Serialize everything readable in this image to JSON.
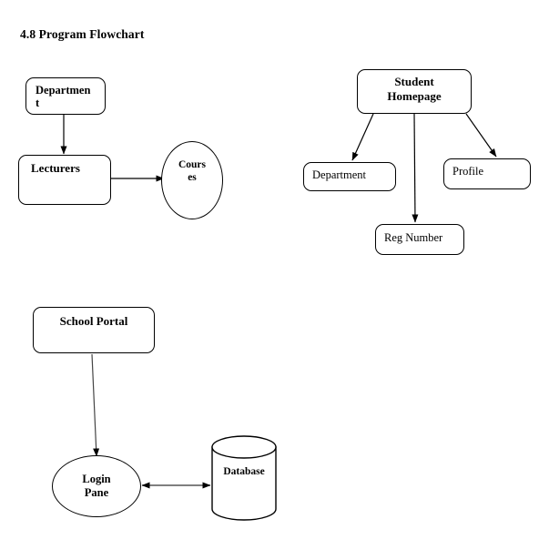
{
  "page": {
    "title": "4.8 Program Flowchart",
    "background_color": "#ffffff",
    "stroke_color": "#000000",
    "text_color": "#000000"
  },
  "diagrams": [
    {
      "id": "lecturer-course-flow",
      "nodes": [
        {
          "id": "department-1",
          "label": "Department",
          "shape": "rounded-rect",
          "bold": true
        },
        {
          "id": "lecturers",
          "label": "Lecturers",
          "shape": "rounded-rect",
          "bold": true
        },
        {
          "id": "courses",
          "label": "Courses",
          "shape": "ellipse",
          "bold": true
        }
      ],
      "edges": [
        {
          "from": "department-1",
          "to": "lecturers",
          "direction": "one-way"
        },
        {
          "from": "lecturers",
          "to": "courses",
          "direction": "one-way"
        }
      ]
    },
    {
      "id": "student-homepage-flow",
      "nodes": [
        {
          "id": "student-homepage",
          "label": "Student Homepage",
          "shape": "rounded-rect",
          "bold": true
        },
        {
          "id": "department-2",
          "label": "Department",
          "shape": "rounded-rect",
          "bold": false
        },
        {
          "id": "reg-number",
          "label": "Reg Number",
          "shape": "rounded-rect",
          "bold": false
        },
        {
          "id": "profile",
          "label": "Profile",
          "shape": "rounded-rect",
          "bold": false
        }
      ],
      "edges": [
        {
          "from": "student-homepage",
          "to": "department-2",
          "direction": "one-way"
        },
        {
          "from": "student-homepage",
          "to": "reg-number",
          "direction": "one-way"
        },
        {
          "from": "student-homepage",
          "to": "profile",
          "direction": "one-way"
        }
      ]
    },
    {
      "id": "school-portal-flow",
      "nodes": [
        {
          "id": "school-portal",
          "label": "School Portal",
          "shape": "rounded-rect",
          "bold": true
        },
        {
          "id": "login-pane",
          "label": "Login Pane",
          "shape": "ellipse",
          "bold": true
        },
        {
          "id": "database",
          "label": "Database",
          "shape": "cylinder",
          "bold": true
        }
      ],
      "edges": [
        {
          "from": "school-portal",
          "to": "login-pane",
          "direction": "one-way"
        },
        {
          "from": "login-pane",
          "to": "database",
          "direction": "two-way"
        }
      ]
    }
  ],
  "labels": {
    "title": "4.8 Program Flowchart",
    "department_1_line1": "Departmen",
    "department_1_line2": "t",
    "lecturers": "Lecturers",
    "courses_line1": "Cours",
    "courses_line2": "es",
    "student_homepage_line1": "Student",
    "student_homepage_line2": "Homepage",
    "department_2": "Department",
    "reg_number": "Reg Number",
    "profile": "Profile",
    "school_portal": "School Portal",
    "login_pane_line1": "Login",
    "login_pane_line2": "Pane",
    "database": "Database"
  }
}
